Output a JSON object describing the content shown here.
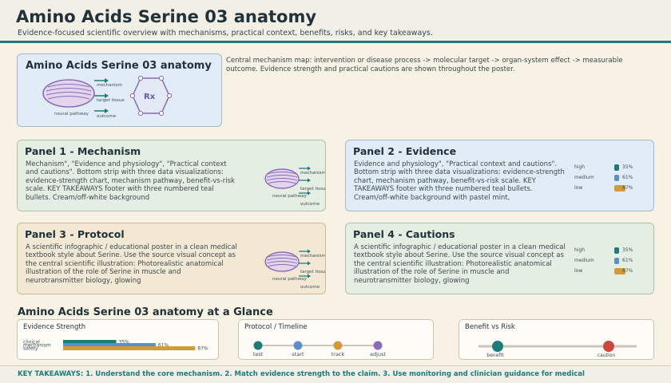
{
  "header": {
    "title": "Amino Acids Serine 03 anatomy",
    "subtitle": "Evidence-focused scientific overview with mechanisms, practical context, benefits, risks, and key takeaways."
  },
  "hero": {
    "title": "Amino Acids Serine 03 anatomy",
    "labels": {
      "mechanism": "mechanism",
      "target": "target tissue",
      "outcome": "outcome",
      "neural": "neural pathway",
      "rx": "Rx"
    }
  },
  "map_text": "Central mechanism map: intervention or disease process -> molecular target -> organ-system effect -> measurable outcome. Evidence strength and practical cautions are shown throughout the poster.",
  "panels": [
    {
      "title": "Panel 1 - Mechanism",
      "body": "Mechanism\", \"Evidence and physiology\", \"Practical context and cautions\". Bottom strip with three data visualizations: evidence-strength chart, mechanism pathway, benefit-vs-risk scale. KEY TAKEAWAYS footer with three numbered teal bullets. Cream/off-white background"
    },
    {
      "title": "Panel 2 - Evidence",
      "body": "Evidence and physiology\", \"Practical context and cautions\". Bottom strip with three data visualizations: evidence-strength chart, mechanism pathway, benefit-vs-risk scale. KEY TAKEAWAYS footer with three numbered teal bullets. Cream/off-white background with pastel mint,"
    },
    {
      "title": "Panel 3 - Protocol",
      "body": "A scientific infographic / educational poster in a clean medical textbook style about Serine. Use the source visual concept as the central scientific illustration: Photorealistic anatomical illustration of the role of Serine in muscle and neurotransmitter biology, glowing"
    },
    {
      "title": "Panel 4 - Cautions",
      "body": "A scientific infographic / educational poster in a clean medical textbook style about Serine. Use the source visual concept as the central scientific illustration: Photorealistic anatomical illustration of the role of Serine in muscle and neurotransmitter biology, glowing"
    }
  ],
  "mini_evidence": [
    {
      "label": "high",
      "pct": "35%",
      "color": "#1f7a78"
    },
    {
      "label": "medium",
      "pct": "61%",
      "color": "#5b8fc9"
    },
    {
      "label": "low",
      "pct": "87%",
      "color": "#d49a3a"
    }
  ],
  "glance": {
    "title": "Amino Acids Serine 03 anatomy at a Glance",
    "evidence_title": "Evidence Strength",
    "timeline_title": "Protocol / Timeline",
    "benefit_title": "Benefit vs Risk",
    "bars": [
      {
        "label": "clinical",
        "value": 35,
        "pct": "35%",
        "color": "#1f7a78"
      },
      {
        "label": "mechanism",
        "value": 61,
        "pct": "61%",
        "color": "#5b8fc9"
      },
      {
        "label": "safety",
        "value": 87,
        "pct": "87%",
        "color": "#d49a3a"
      }
    ],
    "steps": [
      {
        "label": "test",
        "color": "#1f7a78"
      },
      {
        "label": "start",
        "color": "#5b8fc9"
      },
      {
        "label": "track",
        "color": "#d49a3a"
      },
      {
        "label": "adjust",
        "color": "#8a6bb8"
      }
    ],
    "balance": {
      "benefit_label": "benefit",
      "caution_label": "caution",
      "benefit_color": "#1f7a78",
      "caution_color": "#c8473f"
    }
  },
  "footer": "KEY TAKEAWAYS: 1. Understand the core mechanism. 2. Match evidence strength to the claim. 3. Use monitoring and clinician guidance for medical"
}
